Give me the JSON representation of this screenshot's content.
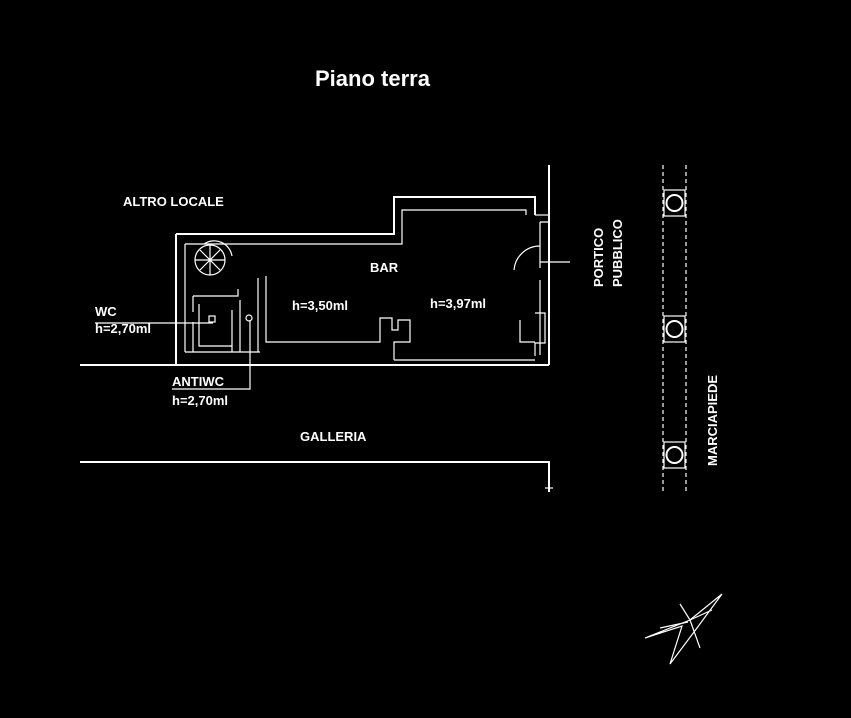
{
  "title": "Piano terra",
  "labels": {
    "altro_locale": "ALTRO LOCALE",
    "bar": "BAR",
    "bar_height_left": "h=3,50ml",
    "bar_height_right": "h=3,97ml",
    "wc": "WC",
    "wc_height": "h=2,70ml",
    "antiwc": "ANTIWC",
    "antiwc_height": "h=2,70ml",
    "galleria": "GALLERIA",
    "portico_line1": "PORTICO",
    "portico_line2": "PUBBLICO",
    "marciapiede": "MARCIAPIEDE"
  },
  "colors": {
    "background": "#000000",
    "lines": "#ffffff",
    "text": "#ffffff"
  },
  "icons": {
    "north_arrow": "compass-rose-icon",
    "plant": "plant-icon",
    "column": "column-icon"
  }
}
